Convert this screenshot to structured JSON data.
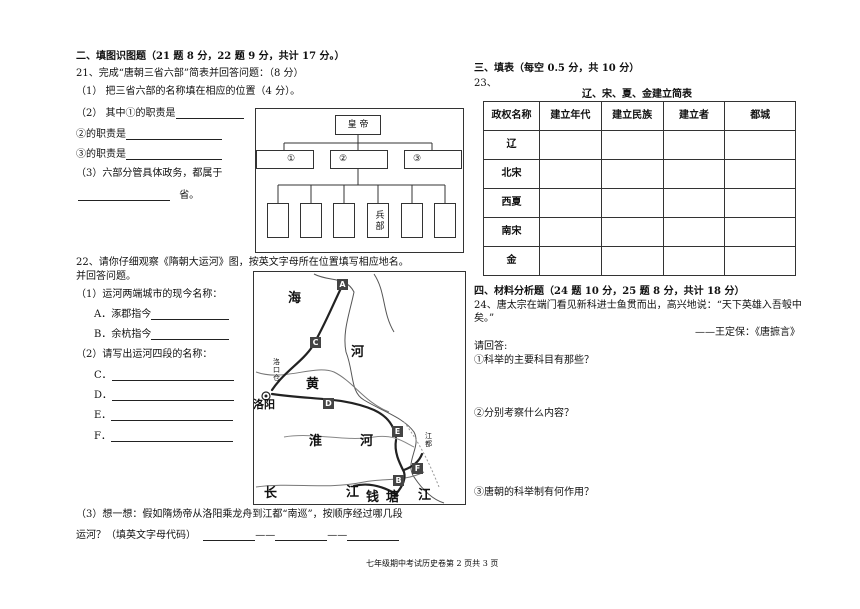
{
  "left": {
    "section_title": "二、填图识图题（21 题 8 分，22 题 9 分，共计 17 分。）",
    "q21": {
      "stem": "21、完成“唐朝三省六部”简表并回答问题：（8 分）",
      "p1": "（1）  把三省六部的名称填在相应的位置（4 分）。",
      "p2_a": "（2）  其中①的职责是",
      "p2_b": "②的职责是",
      "p2_c": "③的职责是",
      "p3_a": "（3）六部分管具体政务，都属于",
      "p3_b": "省。",
      "chart": {
        "top": "皇  帝",
        "mid": [
          "①",
          "②",
          "③"
        ],
        "bottom_label": "兵部"
      }
    },
    "q22": {
      "stem1": "22、请你仔细观察《隋朝大运河》图，按英文字母所在位置填写相应地名。",
      "stem2": "并回答问题。",
      "p1": "（1）运河两端城市的现今名称：",
      "a": "A．涿郡指今",
      "b": "B．余杭指今",
      "p2": "（2）请写出运河四段的名称：",
      "c": "C．",
      "d": "D．",
      "e": "E．",
      "f": "F．",
      "p3_a": "（3）想一想：假如隋炀帝从洛阳乘龙舟到江都“南巡”，按顺序经过哪几段",
      "p3_b": "运河？（填英文字母代码）",
      "dash": "—"
    },
    "map": {
      "words": [
        "海",
        "河",
        "黄",
        "淮",
        "河",
        "长",
        "江",
        "钱",
        "塘",
        "江"
      ],
      "luoyang": "洛阳",
      "luokou": "洛口仓",
      "jiangdu": "江都",
      "labels": [
        "A",
        "B",
        "C",
        "D",
        "E",
        "F"
      ]
    }
  },
  "right": {
    "section3": "三、填表（每空 0.5 分，共 10 分）",
    "q23": "23、",
    "table_title": "辽、宋、夏、金建立简表",
    "table_headers": [
      "政权名称",
      "建立年代",
      "建立民族",
      "建立者",
      "都城"
    ],
    "table_rows": [
      "辽",
      "北宋",
      "西夏",
      "南宋",
      "金"
    ],
    "section4": "四、材料分析题（24 题 10 分，25 题 8 分，共计 18 分）",
    "q24_line1": "24、唐太宗在端门看见新科进士鱼贯而出，高兴地说：“天下英雄入吾彀中",
    "q24_line2": "矣。”",
    "source": "——王定保：《唐摭言》",
    "ask": "请回答:",
    "s1": "①科举的主要科目有那些？",
    "s2": "②分别考察什么内容？",
    "s3": "③唐朝的科举制有何作用？"
  },
  "footer": "七年级期中考试历史卷第 2 页共 3 页"
}
